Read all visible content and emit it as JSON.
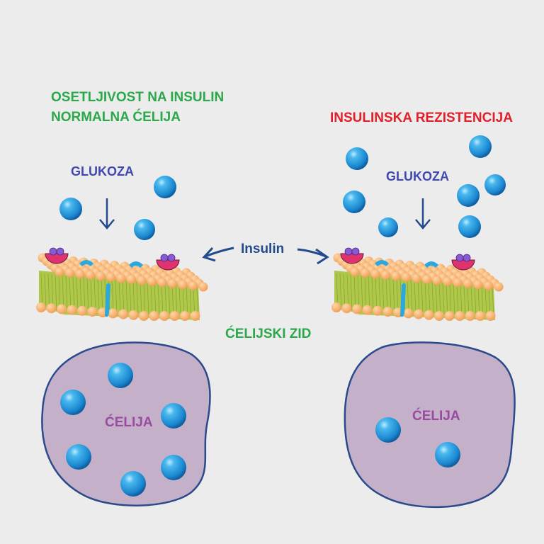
{
  "left_panel": {
    "title_line1": "OSETLJIVOST NA INSULIN",
    "title_line2": "NORMALNA ĆELIJA",
    "glucose_label": "GLUKOZA",
    "cell_label": "ĆELIJA",
    "glucose_outside_count": 3,
    "glucose_inside_count": 6
  },
  "right_panel": {
    "title": "INSULINSKA REZISTENCIJA",
    "glucose_label": "GLUKOZA",
    "cell_label": "ĆELIJA",
    "glucose_outside_count": 7,
    "glucose_inside_count": 2
  },
  "center": {
    "insulin_label": "Insulin",
    "cell_wall_label": "ĆELIJSKI ZID"
  },
  "colors": {
    "background": "#ececec",
    "title_green": "#2aa84a",
    "title_red": "#e0202a",
    "glucose_label_blue": "#3f48b0",
    "cell_fill": "#c4b0c8",
    "cell_outline": "#2a4a8c",
    "glucose_blue": "#1e90d6",
    "membrane_head": "#f5b06a",
    "membrane_tail": "#a8c43a",
    "receptor_pink": "#e0336e",
    "receptor_purple": "#8a5ad0",
    "channel_blue": "#2aa8e0"
  }
}
